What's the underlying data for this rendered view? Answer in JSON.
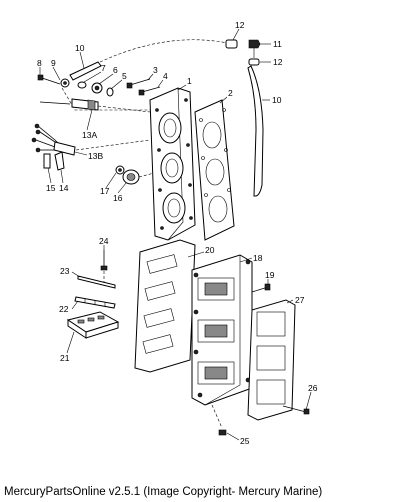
{
  "footer": "MercuryPartsOnline v2.5.1 (Image Copyright- Mercury Marine)",
  "callouts": [
    "1",
    "2",
    "3",
    "4",
    "5",
    "6",
    "7",
    "8",
    "9",
    "10",
    "10",
    "11",
    "12",
    "12",
    "13A",
    "13B",
    "14",
    "15",
    "16",
    "17",
    "18",
    "19",
    "20",
    "21",
    "22",
    "23",
    "24",
    "25",
    "26",
    "27"
  ]
}
